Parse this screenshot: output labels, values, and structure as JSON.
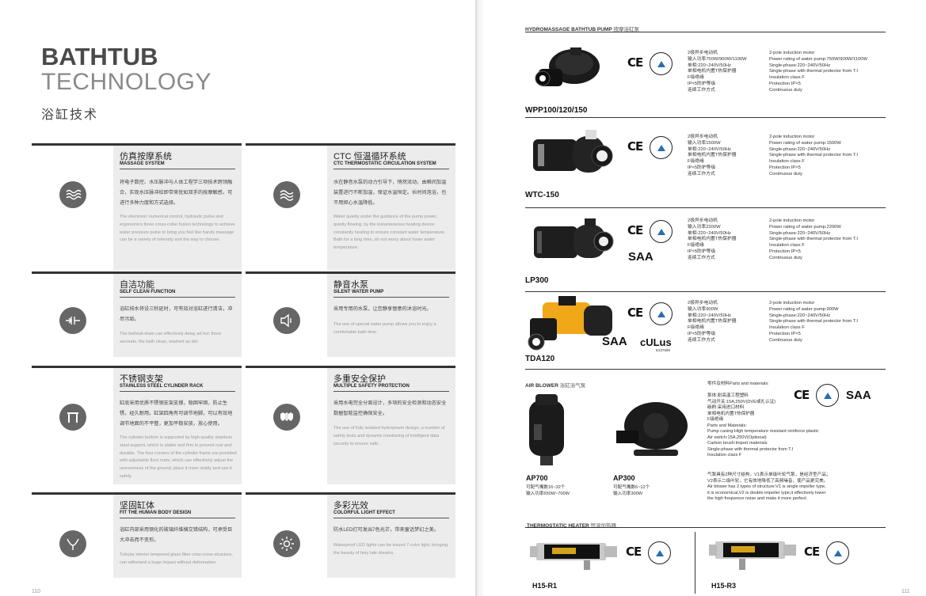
{
  "left_page": {
    "title_line1": "BATHTUB",
    "title_line2": "TECHNOLOGY",
    "title_cn": "浴缸技术",
    "page_number": "110",
    "features": [
      {
        "cn": "仿真按摩系统",
        "en": "MASSAGE SYSTEM",
        "icon": "massage-icon",
        "desc_cn": "将电子数控、水压脉冲与人体工程学三项技术跨领融合，实现水压脉冲给即带来犹如双手的按摩触感，可进行多种力度和方式选择。",
        "desc_en": "The electronic numerical control, hydraulic pulse and ergonomics three cross-collar fusion technology to achieve water pressure pulse to bring you feel like hands massage can be a variety of intensity and the way to choose."
      },
      {
        "cn": "CTC 恒温循环系统",
        "en": "CTC THERMOSTATIC CIRCULATION SYSTEM",
        "icon": "water-waves-icon",
        "desc_cn": "水在静音水泵的动力引导下，悄然流动，由瞬间加温装置进行不断加温，保证水温恒定。长时间泡浴，也不用担心水温降低。",
        "desc_en": "Water quietly under the guidance of the pump power, quietly flowing, by the instantaneous heating device constantly heating to ensure constant water temperature. Bath for a long time, do not worry about lower water temperature."
      },
      {
        "cn": "自洁功能",
        "en": "SELF CLEAN FUNCTION",
        "icon": "drain-icon",
        "desc_cn": "浴缸排水将设三秒延时，可有效对浴缸进行清洁，冲尽污垢。",
        "desc_en": "The bathtub drain can effectively delay ad hoc three seconds, the bath clean, washed as dirt."
      },
      {
        "cn": "静音水泵",
        "en": "SILENT WATER PUMP",
        "icon": "speaker-mute-icon",
        "desc_cn": "采用专用的水泵，让您静享惬意的沐浴时光。",
        "desc_en": "The use of special water pump allows you to enjoy a comfortable bath time."
      },
      {
        "cn": "不锈钢支架",
        "en": "STAINLESS STEEL CYLINDER RACK",
        "icon": "rack-icon",
        "desc_cn": "缸底采用优质不锈钢支架支撑，稳固牢固，防止生锈，经久耐用。缸架四角有可调节地脚，可以有效地调节地面的不平整，更加平稳安放，放心使用。",
        "desc_en": "The cylinder bottom is supported by high-quality stainless steel support, which is stable and firm to prevent rust and durable. The four corners of the cylinder frame are provided with adjustable floor mats, which can effectively adjust the unevenness of the ground, place it more stably and use it safely."
      },
      {
        "cn": "多重安全保护",
        "en": "MULTIPLE SAFETY PROTECTION",
        "icon": "shield-icon",
        "desc_cn": "采用水电完全分离设计，多项的安全检测和动态安全数据智能监控确保安全。",
        "desc_en": "The use of fully isolated hydropower design, a number of safety tests and dynamic monitoring of intelligent data security to ensure safe."
      },
      {
        "cn": "坚固缸体",
        "en": "FIT THE HUMAN BODY DESIGN",
        "icon": "corner-icon",
        "desc_cn": "浴缸内部采用钢化的玻璃纤维横交错结构，可承受巨大冲击而不变形。",
        "desc_en": "Tubular interior tempered glass fiber criss-cross structure, can withstand a huge impact without deformation."
      },
      {
        "cn": "多彩光效",
        "en": "COLORFUL LIGHT EFFECT",
        "icon": "sun-light-icon",
        "desc_cn": "防水LED灯可发出7色光芒，带来童话梦幻之美。",
        "desc_en": "Waterproof LED lights can be issued 7-color light, bringing the beauty of fairy tale dreams."
      }
    ]
  },
  "right_page": {
    "page_number": "111",
    "pump_section": {
      "title_en": "HYDROMASSAGE BATHTUB PUMP",
      "title_cn": "按摩浴缸泵"
    },
    "pumps": [
      {
        "model": "WPP100/120/150",
        "cert": "CE",
        "spec_cn": "2极异步电动机\n输入功率750W/900W/1100W\n单相:220~240V/50Hz\n单相电机内置T热保护器\nF级绝缘\nIP×5防护等级\n连续工作方式",
        "spec_en": "2-pole induction motor\nPower rating of water pump:750W/900W/1100W\nSingle-phase:220~240V/50Hz\nSingle-phase with thermal protector from T.I\nInsulation class F\nProtection IP×5\nContinuous duty"
      },
      {
        "model": "WTC-150",
        "cert": "CE",
        "spec_cn": "2极异步电动机\n输入功率1500W\n单相:220~240V/50Hz\n单相电机内置T热保护器\nF级绝缘\nIP×5防护等级\n连续工作方式",
        "spec_en": "2-pole induction motor\nPower rating of water pump:1500W\nSingle-phase:220~240V/50Hz\nSingle-phase with thermal protector from T.I\nInsulation class F\nProtection IP×5\nContinuous duty"
      },
      {
        "model": "LP300",
        "cert": "CE",
        "cert2": "SAA",
        "spec_cn": "2极异步电动机\n输入功率2200W\n单相:220~240V/50Hz\n单相电机内置T热保护器\nF级绝缘\nIP×5防护等级\n连续工作方式",
        "spec_en": "2-pole induction motor\nPower rating of water pump:2200W\nSingle-phase:220~240V/50Hz\nSingle-phase with thermal protector from T.I\nInsulation class F\nProtection IP×5\nContinuous duty"
      },
      {
        "model": "TDA120",
        "cert": "CE",
        "cert2": "SAA",
        "cert3": "cULus",
        "cert3_code": "E237566",
        "spec_cn": "2极异步电动机\n输入功率900W\n单相:220~240V/50Hz\n单相电机内置T热保护器\nF级绝缘\nIP×5防护等级\n连续工作方式",
        "spec_en": "2-pole induction motor\nPower rating of water pump:900W\nSingle-phase:220~240V/50Hz\nSingle-phase with thermal protector from T.I\nInsulation class F\nProtection IP×5\nContinuous duty"
      }
    ],
    "air_blower": {
      "title_en": "AIR BLOWER",
      "title_cn": "浴缸浴气泵",
      "cert": "CE",
      "cert2": "SAA",
      "materials": "零件及材料Parts and materials:\n\n泵体:耐高温工程塑料\n气动开关:15A,250V(DVE或扎认证)\n碳刷:采用进口材料\n单相电机内置T热保护器\nF级绝缘\nParts and Materials:\nPump casing:High temperature resistant reinforce plastic\nAir switch:15A,250V(Optional)\nCarbon brush:Import materials\nSingle-phase with thermal protector from T.I\nInsulation class F",
      "notes": "气泵具有2种尺寸结构，V1表示单级叶轮气泵，是经济型产品；\nV2表示二级叶轮，它有效地降低了高频噪音，使产品更完美。\nAir blower has 2 types of structure:V1 is single impeller type,\nit is economical,V2 is double impeller type,it effectively lower\nthe high frequence noise and make it more perfect.",
      "models": [
        {
          "name": "AP700",
          "spec": "可配气嘴数16~32个\n输入功率650W~700W"
        },
        {
          "name": "AP300",
          "spec": "可配气嘴数6~12个\n输入功率300W"
        }
      ]
    },
    "heater": {
      "title_en": "THERMOSTATIC HEATER",
      "title_cn": "恒温加热器",
      "models": [
        {
          "name": "H15-R1",
          "cert": "CE"
        },
        {
          "name": "H15-R3",
          "cert": "CE"
        }
      ]
    }
  }
}
